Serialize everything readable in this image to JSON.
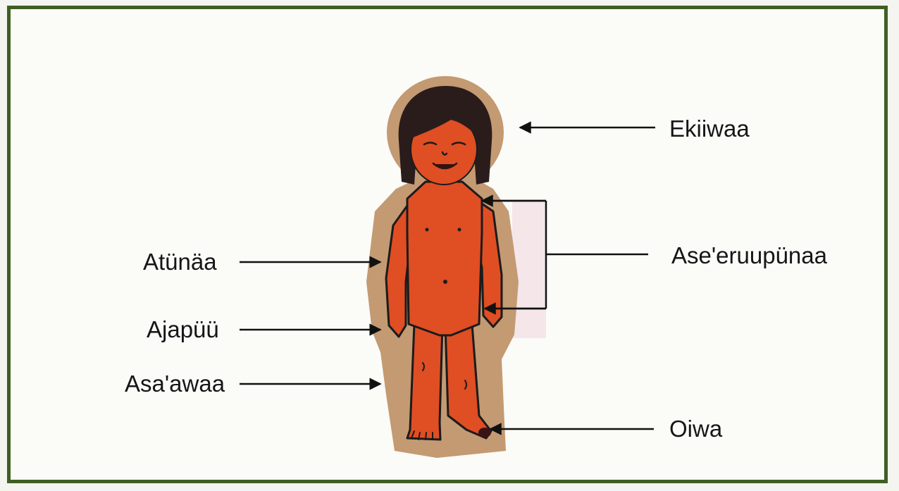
{
  "labels": {
    "head": "Ekiiwaa",
    "arms": "Ase'eruupünaa",
    "shoulder": "Atünäa",
    "hand": "Ajapüü",
    "leg": "Asa'awaa",
    "foot": "Oiwa"
  }
}
